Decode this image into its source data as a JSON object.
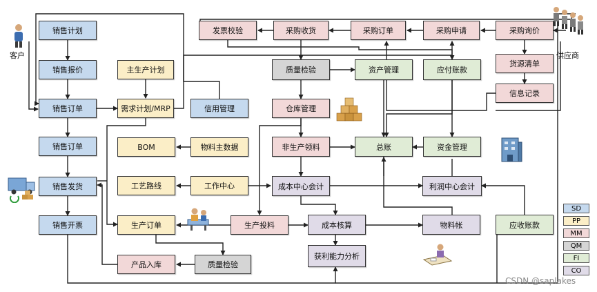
{
  "actors": {
    "customer": "客户",
    "supplier": "供应商"
  },
  "boxes": {
    "sales_plan": "销售计划",
    "sales_quote": "销售报价",
    "sales_order": "销售订单",
    "sales_order2": "销售订单",
    "sales_ship": "销售发货",
    "sales_invoice": "销售开票",
    "master_plan": "主生产计划",
    "mrp": "需求计划/MRP",
    "credit_mgmt": "信用管理",
    "bom": "BOM",
    "material_master": "物料主数据",
    "routing": "工艺路线",
    "work_center": "工作中心",
    "prod_order": "生产订单",
    "prod_input": "生产投料",
    "prod_receipt": "产品入库",
    "quality_check2": "质量检验",
    "invoice_verify": "发票校验",
    "purchase_receipt": "采购收货",
    "purchase_order": "采购订单",
    "purchase_req": "采购申请",
    "purchase_inquiry": "采购询价",
    "source_list": "货源清单",
    "info_record": "信息记录",
    "quality_check": "质量检验",
    "asset_mgmt": "资产管理",
    "ap": "应付账款",
    "warehouse": "仓库管理",
    "non_prod_issue": "非生产领料",
    "gl": "总账",
    "fund_mgmt": "资金管理",
    "cost_center": "成本中心会计",
    "profit_center": "利润中心会计",
    "cost_calc": "成本核算",
    "material_ledger": "物料帐",
    "profitability": "获利能力分析",
    "ar": "应收账款"
  },
  "legend": [
    "SD",
    "PP",
    "MM",
    "QM",
    "FI",
    "CO"
  ],
  "colors": {
    "SD": "#c5d9ee",
    "PP": "#fbeec7",
    "MM": "#f2d8d8",
    "QM": "#d5d5d5",
    "FI": "#e0ecd6",
    "CO": "#e0dbe8"
  },
  "icons": [
    "customer-person-icon",
    "supplier-people-icon",
    "delivery-truck-icon",
    "boxes-stack-icon",
    "factory-building-icon",
    "production-worker-icon",
    "accountant-desk-icon"
  ],
  "watermark": "CSDN @saplakes"
}
